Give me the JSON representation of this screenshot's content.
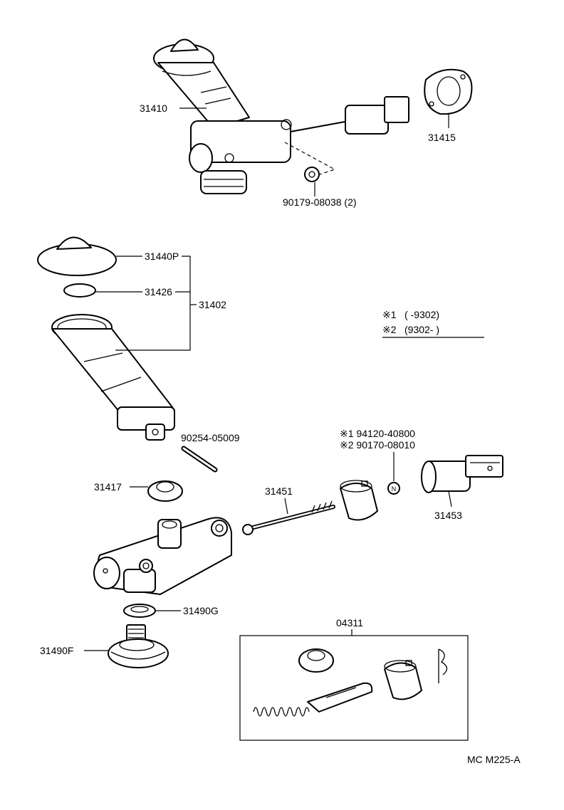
{
  "labels": {
    "p31410": "31410",
    "p31415": "31415",
    "p90179": "90179-08038 (2)",
    "p31440p": "31440P",
    "p31426": "31426",
    "p31402": "31402",
    "p90254": "90254-05009",
    "p31417": "31417",
    "p31451": "31451",
    "p94120": "※1 94120-40800",
    "p90170": "※2 90170-08010",
    "p31453": "31453",
    "p31490g": "31490G",
    "p31490f": "31490F",
    "p04311": "04311"
  },
  "notes": {
    "n1_mark": "※1",
    "n1_range": "(          -9302)",
    "n2_mark": "※2",
    "n2_range": "(9302-          )"
  },
  "circle_mark": "N",
  "footer": "MC M225-A"
}
